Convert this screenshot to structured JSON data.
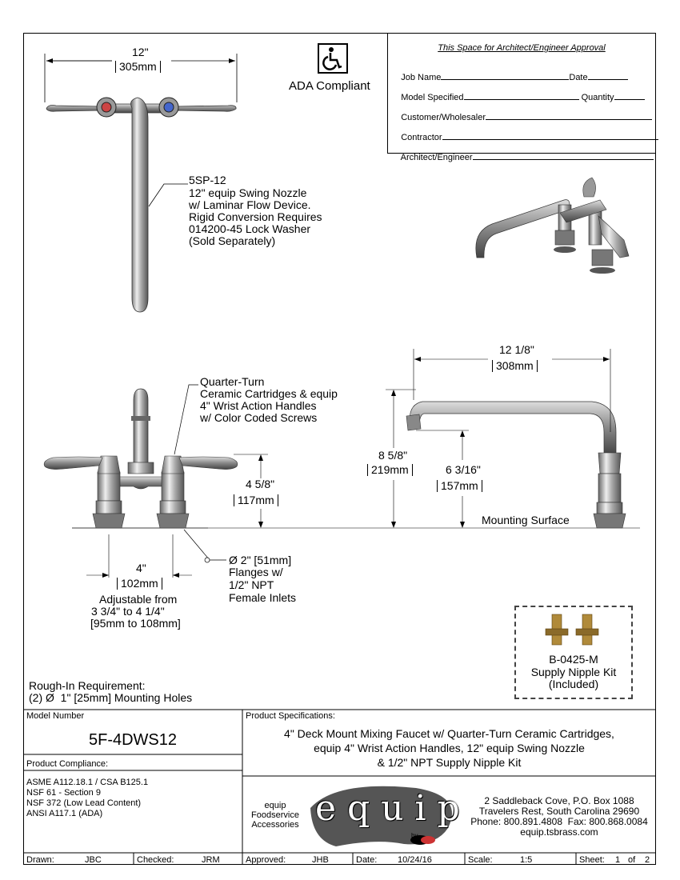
{
  "approval": {
    "header": "This Space for Architect/Engineer Approval",
    "job_name": "Job Name",
    "date": "Date",
    "model_specified": "Model Specified",
    "quantity": "Quantity",
    "customer": "Customer/Wholesaler",
    "contractor": "Contractor",
    "architect": "Architect/Engineer"
  },
  "ada": {
    "label": "ADA Compliant"
  },
  "top_view": {
    "dim_in": "12\"",
    "dim_mm": "305mm",
    "nozzle_note": [
      "5SP-12",
      "12\" equip Swing Nozzle",
      "w/ Laminar Flow Device.",
      "Rigid Conversion Requires",
      "014200-45 Lock Washer",
      "(Sold Separately)"
    ]
  },
  "front_view": {
    "cartridge_note": [
      "Quarter-Turn",
      "Ceramic Cartridges & equip",
      "4\" Wrist Action Handles",
      "w/ Color Coded Screws"
    ],
    "height_in": "4 5/8\"",
    "height_mm": "117mm",
    "center_in": "4\"",
    "center_mm": "102mm",
    "adjust_note": [
      "Adjustable from",
      "3 3/4\" to 4 1/4\"",
      "[95mm to 108mm]"
    ],
    "flange_note": [
      "Ø 2\" [51mm]",
      "Flanges w/",
      "1/2\" NPT",
      "Female Inlets"
    ]
  },
  "side_view": {
    "reach_in": "12 1/8\"",
    "reach_mm": "308mm",
    "height_in": "8 5/8\"",
    "height_mm": "219mm",
    "outlet_in": "6 3/16\"",
    "outlet_mm": "157mm",
    "mounting_surface": "Mounting Surface"
  },
  "nipple_kit": {
    "lines": [
      "B-0425-M",
      "Supply Nipple Kit",
      "(Included)"
    ]
  },
  "rough_in": {
    "line1": "Rough-In Requirement:",
    "line2": "(2) Ø  1\" [25mm] Mounting Holes"
  },
  "title_block": {
    "model_label": "Model Number",
    "model_number": "5F-4DWS12",
    "compliance_label": "Product Compliance:",
    "compliance": [
      "ASME A112.18.1 / CSA B125.1",
      "NSF 61 - Section 9",
      "NSF 372 (Low Lead Content)",
      "ANSI A117.1 (ADA)"
    ],
    "spec_label": "Product Specifications:",
    "spec": [
      "4\" Deck Mount Mixing Faucet w/ Quarter-Turn Ceramic Cartridges,",
      "equip 4\" Wrist Action Handles, 12\" equip Swing Nozzle",
      "& 1/2\" NPT Supply Nipple Kit"
    ],
    "brand_small": [
      "equip",
      "Foodservice",
      "Accessories"
    ],
    "logo_text": "equip",
    "logo_by": "by",
    "address": [
      "2 Saddleback Cove, P.O. Box 1088",
      "Travelers Rest, South Carolina 29690",
      "Phone: 800.891.4808  Fax: 800.868.0084",
      "equip.tsbrass.com"
    ]
  },
  "footer": {
    "drawn_label": "Drawn:",
    "drawn": "JBC",
    "checked_label": "Checked:",
    "checked": "JRM",
    "approved_label": "Approved:",
    "approved": "JHB",
    "date_label": "Date:",
    "date": "10/24/16",
    "scale_label": "Scale:",
    "scale": "1:5",
    "sheet_label": "Sheet:",
    "sheet": "1",
    "sheet_of": "of",
    "sheet_total": "2"
  }
}
